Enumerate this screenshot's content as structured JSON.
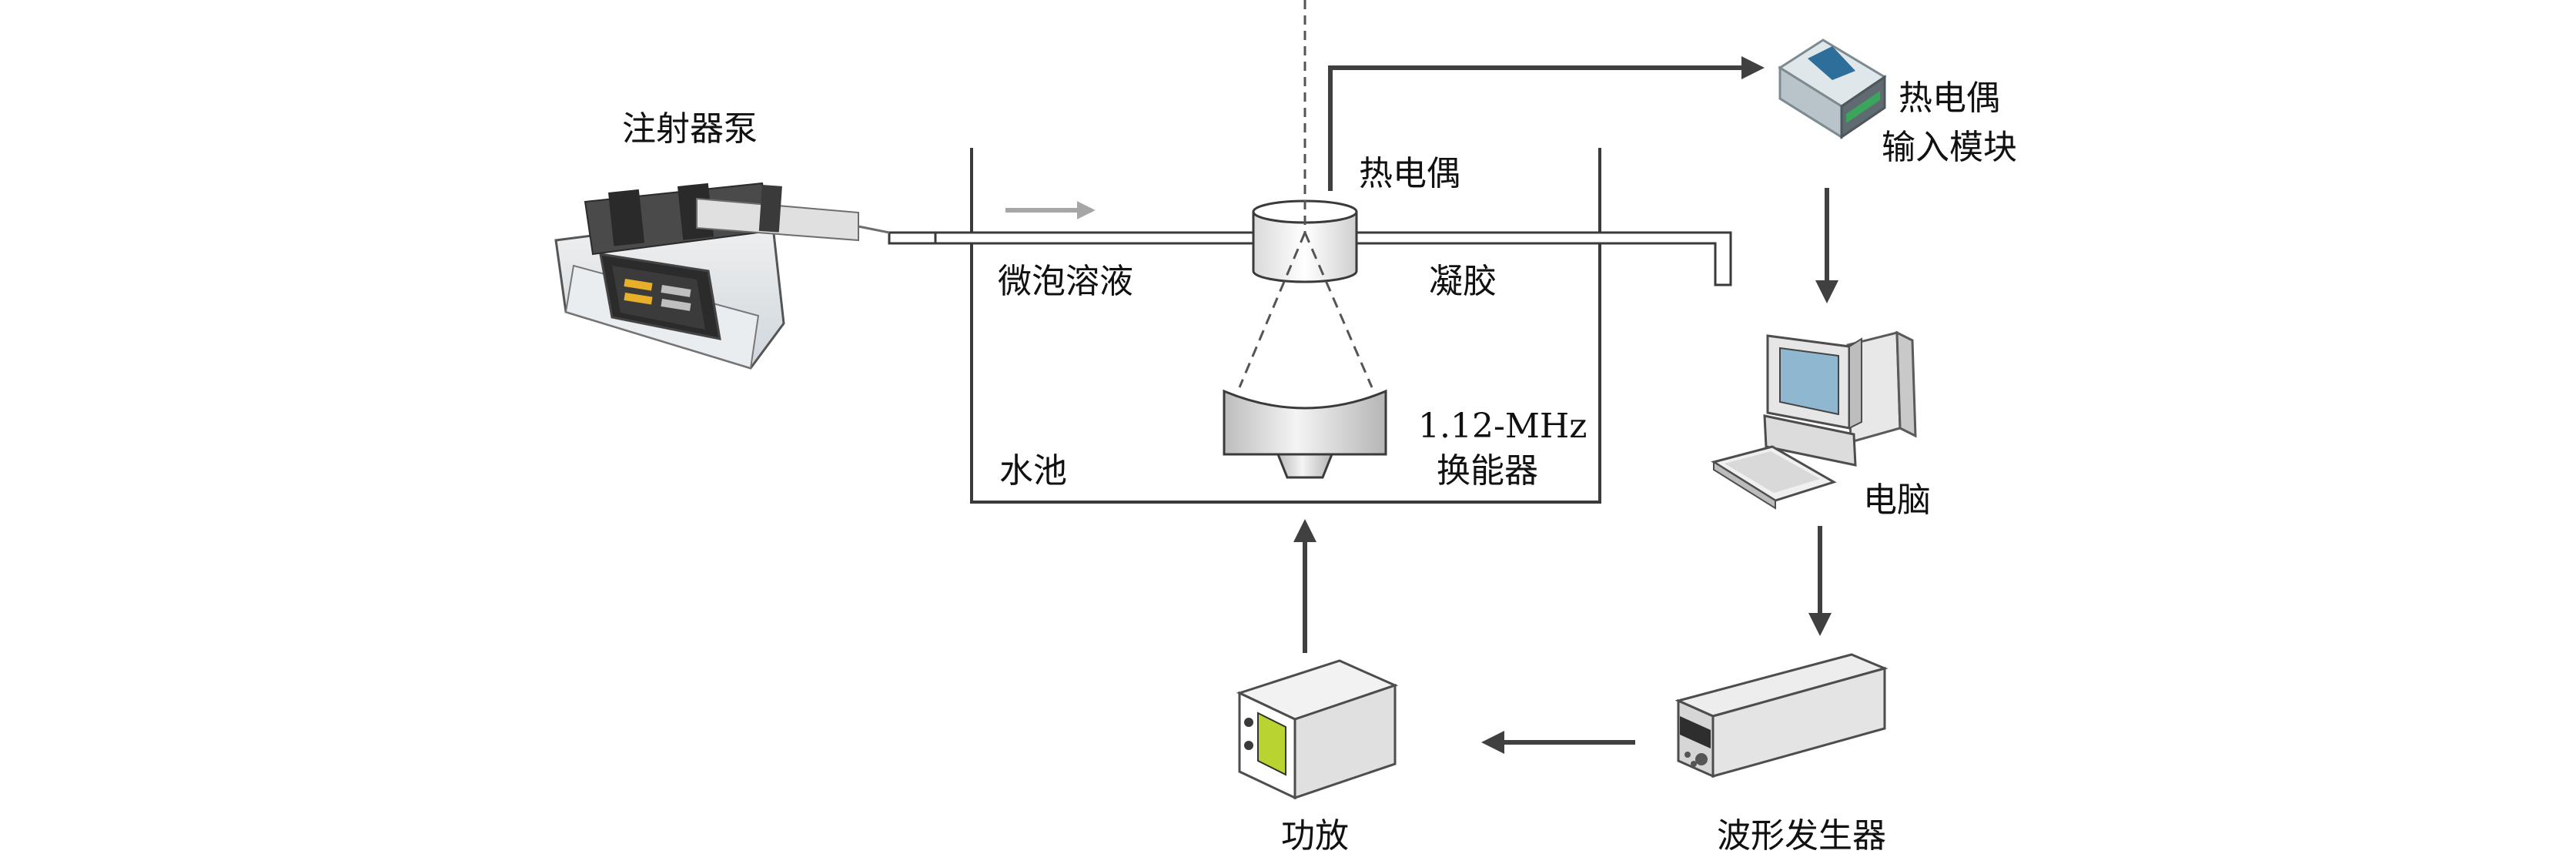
{
  "labels": {
    "syringe_pump": "注射器泵",
    "thermocouple": "热电偶",
    "thermocouple_module_line1": "热电偶",
    "thermocouple_module_line2": "输入模块",
    "microbubble_solution": "微泡溶液",
    "gel": "凝胶",
    "transducer_line1": "1.12-MHz",
    "transducer_line2": "换能器",
    "water_tank": "水池",
    "computer": "电脑",
    "waveform_generator": "波形发生器",
    "power_amplifier": "功放"
  },
  "colors": {
    "line": "#3a3a3a",
    "arrow": "#404040",
    "flow_arrow": "#a6a6a6",
    "device_body": "#e6e6e6",
    "screen_green": "#b9d431"
  }
}
